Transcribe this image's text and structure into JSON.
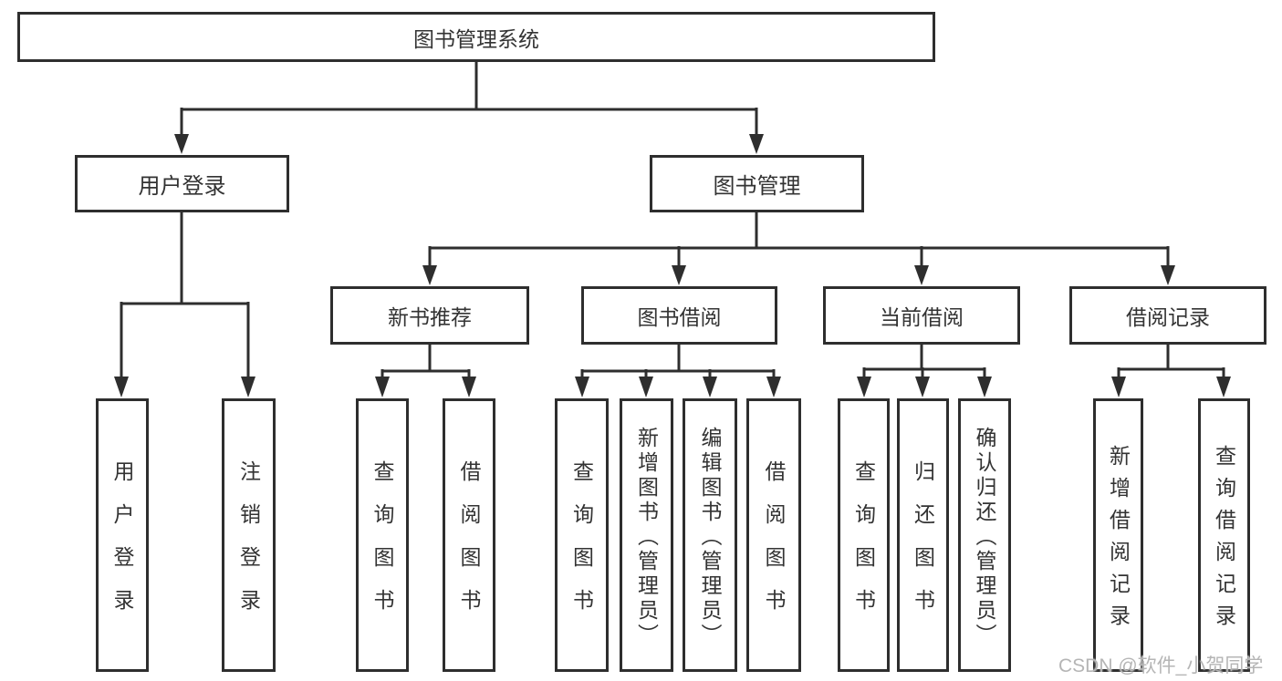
{
  "diagram_title": "图书管理系统",
  "nodes": {
    "root": "图书管理系统",
    "user_login": "用户登录",
    "book_mgmt": "图书管理",
    "new_book_rec": "新书推荐",
    "book_borrow": "图书借阅",
    "current_borrow": "当前借阅",
    "borrow_record": "借阅记录",
    "leaf_user_login": "用户登录",
    "leaf_logout": "注销登录",
    "rec_query_book": "查询图书",
    "rec_borrow_book": "借阅图书",
    "bb_query_book": "查询图书",
    "bb_add_book": "新增图书（管理员）",
    "bb_edit_book": "编辑图书（管理员）",
    "bb_borrow_book": "借阅图书",
    "cb_query_book": "查询图书",
    "cb_return_book": "归还图书",
    "cb_confirm_return": "确认归还（管理员）",
    "br_add_record": "新增借阅记录",
    "br_query_record": "查询借阅记录"
  },
  "hierarchy": {
    "图书管理系统": {
      "用户登录": [
        "用户登录",
        "注销登录"
      ],
      "图书管理": {
        "新书推荐": [
          "查询图书",
          "借阅图书"
        ],
        "图书借阅": [
          "查询图书",
          "新增图书（管理员）",
          "编辑图书（管理员）",
          "借阅图书"
        ],
        "当前借阅": [
          "查询图书",
          "归还图书",
          "确认归还（管理员）"
        ],
        "借阅记录": [
          "新增借阅记录",
          "查询借阅记录"
        ]
      }
    }
  },
  "watermark": "CSDN @软件_小贺同学",
  "colors": {
    "line": "#2e2e2e",
    "box_border": "#2e2e2e",
    "text": "#333333",
    "watermark": "#b5b5b5",
    "background": "#ffffff"
  }
}
